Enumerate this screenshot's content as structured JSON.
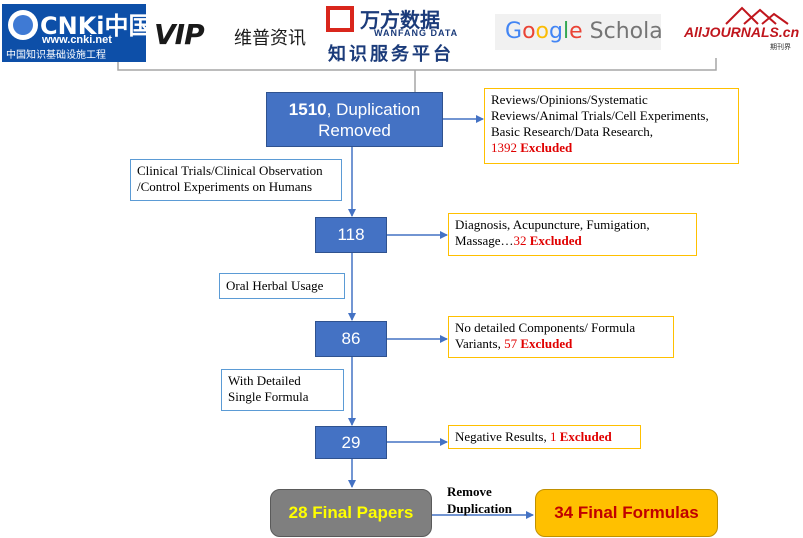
{
  "logos": {
    "cnki": {
      "brand": "CNKi中国知网",
      "url": "www.cnki.net",
      "subtitle": "中国知识基础设施工程"
    },
    "vip": {
      "brand": "VIP",
      "cn": "维普资讯"
    },
    "wanfang": {
      "brand": "万方数据",
      "en": "WANFANG DATA",
      "subtitle": "知识服务平台"
    },
    "google_scholar": {
      "brand": "Google Scholar",
      "letter_colors": [
        "#4285f4",
        "#ea4335",
        "#fbbc05",
        "#4285f4",
        "#34a853",
        "#ea4335"
      ],
      "scholar_color": "#757575"
    },
    "alljournals": {
      "brand": "AllJOURNALS.cn",
      "subtitle": "期刊界"
    }
  },
  "flow": {
    "step1": {
      "count": "1510",
      "label": ", Duplication Removed"
    },
    "step2": {
      "count": "118"
    },
    "step3": {
      "count": "86"
    },
    "step4": {
      "count": "29"
    },
    "final_papers": "28 Final Papers",
    "final_formulas": "34 Final Formulas",
    "remove_duplication": {
      "line1": "Remove",
      "line2": "Duplication"
    }
  },
  "criteria": {
    "c1": {
      "line1": "Clinical Trials/Clinical Observation",
      "line2": "/Control Experiments on Humans"
    },
    "c2": {
      "line1": "Oral Herbal Usage"
    },
    "c3": {
      "line1": "With Detailed",
      "line2": "Single Formula"
    }
  },
  "exclusions": {
    "e1": {
      "line1": "Reviews/Opinions/Systematic",
      "line2": "Reviews/Animal Trials/Cell Experiments,",
      "line3": "Basic Research/Data Research,",
      "count": "1392",
      "word": "Excluded"
    },
    "e2": {
      "line1": "Diagnosis, Acupuncture, Fumigation,",
      "line2": "Massage…",
      "count": "32",
      "word": "Excluded"
    },
    "e3": {
      "line1": "No detailed Components/ Formula",
      "line2": "Variants, ",
      "count": "57",
      "word": "Excluded"
    },
    "e4": {
      "line1": "Negative Results, ",
      "count": "1",
      "word": "Excluded"
    }
  },
  "colors": {
    "step_box": "#4472c4",
    "exclusion_border": "#ffc000",
    "criteria_border": "#5b9bd5",
    "excluded_text": "#e00000",
    "final_papers_fill": "#7f7f7f",
    "final_papers_text": "#ffff00",
    "final_formulas_fill": "#ffc000",
    "final_formulas_text": "#c00000"
  }
}
